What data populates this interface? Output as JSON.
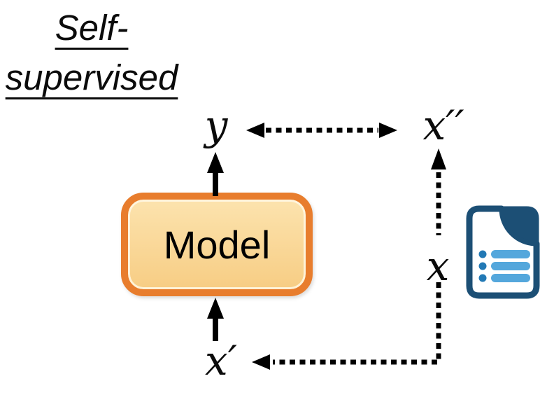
{
  "title": {
    "line1": "Self-",
    "line2": "supervised"
  },
  "model": {
    "label": "Model"
  },
  "labels": {
    "y": "y",
    "x_prime": "x′",
    "x_double_prime": "x′′",
    "x": "x"
  },
  "icons": {
    "document": "document-icon"
  },
  "colors": {
    "box_border": "#E87D2D",
    "box_fill_top": "#FCE3AE",
    "box_fill_bottom": "#F7CD84",
    "arrow": "#000000",
    "doc_outline": "#1C4F75",
    "doc_dot": "#2279B5",
    "doc_bar": "#54A7DC"
  }
}
